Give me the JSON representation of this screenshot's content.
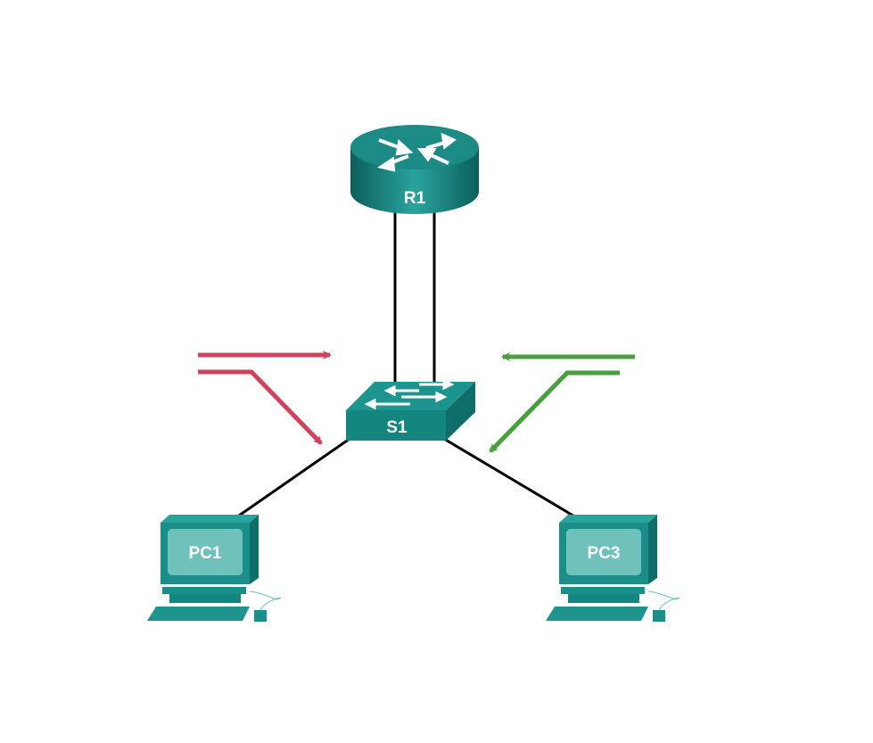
{
  "devices": {
    "router": {
      "label": "R1"
    },
    "switch": {
      "label": "S1"
    },
    "pc_left": {
      "label": "PC1"
    },
    "pc_right": {
      "label": "PC3"
    }
  },
  "colors": {
    "device": "#1a8f8a",
    "device_dark": "#0f6e69",
    "screen": "#6fc2bc",
    "link": "#000000",
    "arrow_left": "#d0435c",
    "arrow_right": "#4a9e3f"
  }
}
